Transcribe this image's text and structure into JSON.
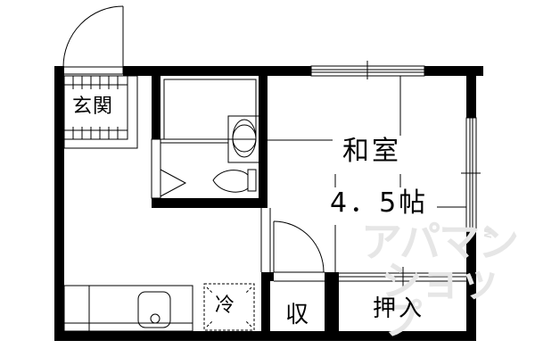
{
  "floor_plan": {
    "rooms": [
      {
        "id": "genkan",
        "label": "玄関",
        "meaning": "entrance"
      },
      {
        "id": "washitsu",
        "label": "和室",
        "size_label": "4.5帖",
        "meaning": "japanese-style room 4.5 tatami"
      },
      {
        "id": "fridge",
        "label": "冷",
        "meaning": "refrigerator space"
      },
      {
        "id": "storage",
        "label": "収",
        "meaning": "storage"
      },
      {
        "id": "closet",
        "label": "押入",
        "meaning": "closet"
      }
    ],
    "size_text": "4．5帖",
    "fixtures": [
      "bathtub",
      "washbasin",
      "toilet",
      "kitchen-sink",
      "stove-counter"
    ],
    "colors": {
      "wall": "#000000",
      "background": "#ffffff",
      "watermark": "#e6e6e6"
    }
  },
  "watermark": {
    "line1": "アパマン",
    "line2": "ショップ",
    "side": "W"
  }
}
